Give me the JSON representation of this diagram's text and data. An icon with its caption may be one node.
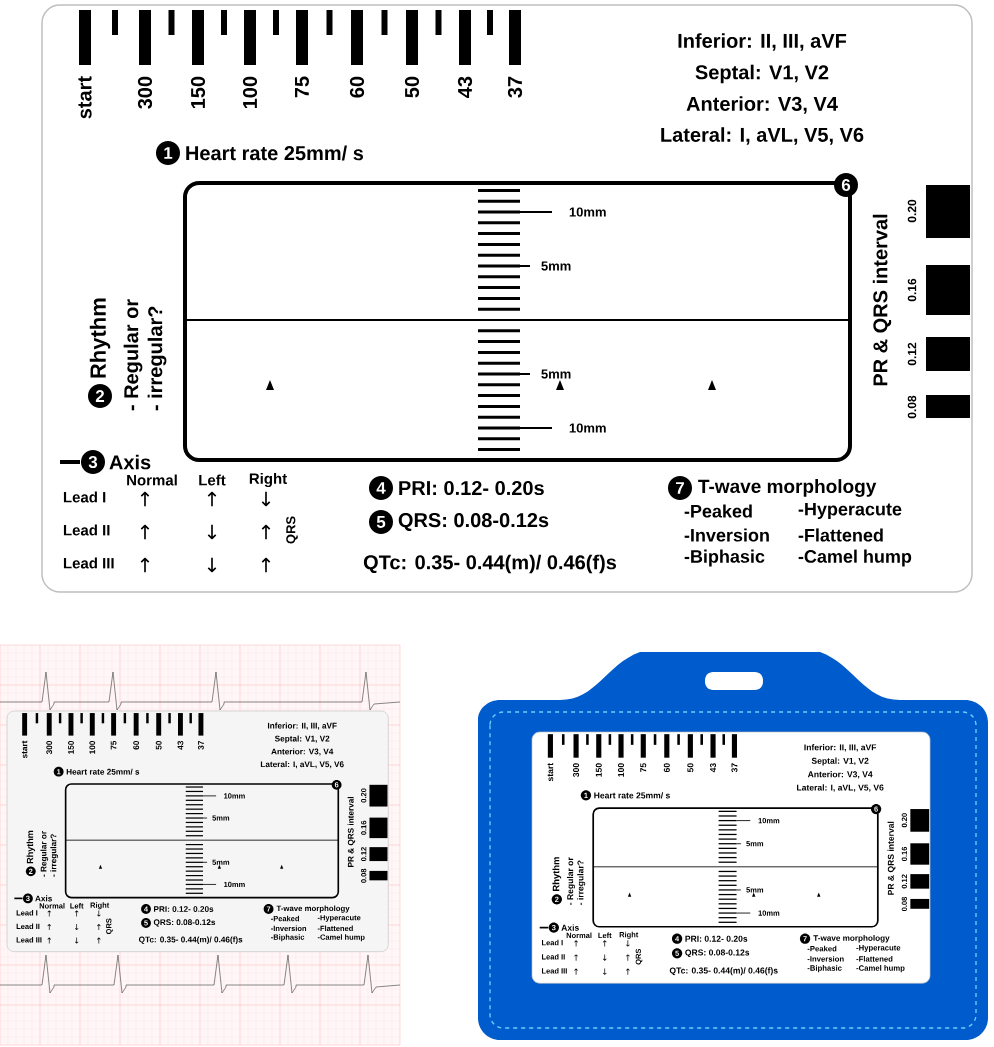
{
  "diagram": {
    "labels": [
      "start",
      "300",
      "150",
      "100",
      "75",
      "60",
      "50",
      "43",
      "37",
      "Inferior: II, III, aVF",
      "Septal: V1, V2",
      "Anterior: V3, V4",
      "Lateral: I, aVL, V5, V6",
      "1",
      "Heart rate 25mm/ s",
      "6",
      "10mm",
      "5mm",
      "2",
      "Rhythm",
      "- Regular or",
      "- irregular?",
      "PR & QRS interval",
      "0.20",
      "0.16",
      "0.12",
      "0.08",
      "5mm",
      "10mm",
      "3",
      "Axis",
      "Normal",
      "Left",
      "Right",
      "Lead I",
      "↑",
      "↑",
      "↓",
      "Lead II",
      "↑",
      "↓",
      "↑",
      "QRS",
      "Lead III",
      "↑",
      "↓",
      "↑",
      "4",
      "PRI: 0.12- 0.20s",
      "7",
      "T-wave morphology",
      "-Peaked",
      "-Hyperacute",
      "5",
      "QRS: 0.08-0.12s",
      "-Inversion",
      "-Flattened",
      "QTc: 0.35- 0.44(m)/ 0.46(f)s",
      "-Biphasic",
      "-Camel hump",
      "start",
      "300",
      "150",
      "100",
      "75",
      "60",
      "50",
      "43",
      "37",
      "Inferior: II, III, aVF",
      "Septal: V1, V2",
      "Anterior: V3, V4",
      "Lateral: I, aVL, V5, V6",
      "1",
      "Heart rate 25mm/ s",
      "6",
      "10mm",
      "5mm",
      "2",
      "Rhythm",
      "- Regular or",
      "- irregular?",
      "PR & QRS interval",
      "0.20",
      "0.16",
      "0.12",
      "0.08",
      "5mm",
      "10mm",
      "3",
      "Axis",
      "Normal",
      "Left",
      "Right",
      "Lead I",
      "↑",
      "↑",
      "↓",
      "Lead II",
      "↑",
      "↓",
      "↑",
      "QRS",
      "Lead III",
      "↑",
      "↓",
      "↑",
      "4",
      "PRI: 0.12- 0.20s",
      "7",
      "T-wave morphology",
      "-Peaked",
      "-Hyperacute",
      "5",
      "QRS: 0.08-0.12s",
      "-Inversion",
      "-Flattened",
      "QTc: 0.35- 0.44(m)/ 0.46(f)s",
      "-Biphasic",
      "-Camel hump",
      "start",
      "300",
      "150",
      "100",
      "75",
      "60",
      "50",
      "43",
      "37",
      "Inferior: II, III, aVF",
      "Septal: V1, V2",
      "Anterior: V3, V4",
      "Lateral: I, aVL, V5, V6",
      "1",
      "Heart rate 25mm/ s",
      "6",
      "10mm",
      "5mm",
      "2",
      "Rhythm",
      "- Regular or",
      "- irregular?",
      "PR & QRS interval",
      "0.20",
      "0.16",
      "0.12",
      "0.08",
      "5mm",
      "10mm",
      "3",
      "Axis",
      "Normal",
      "Left",
      "Right",
      "Lead I",
      "↑",
      "↑",
      "↓",
      "Lead II",
      "↑",
      "↓",
      "↑",
      "QRS",
      "Lead III",
      "↑",
      "↓",
      "↑",
      "4",
      "PRI: 0.12- 0.20s",
      "7",
      "T-wave morphology",
      "-Peaked",
      "-Hyperacute",
      "5",
      "QRS: 0.08-0.12s",
      "-Inversion",
      "-Flattened",
      "QTc: 0.35- 0.44(m)/ 0.46(f)s",
      "-Biphasic",
      "-Camel hump"
    ]
  }
}
